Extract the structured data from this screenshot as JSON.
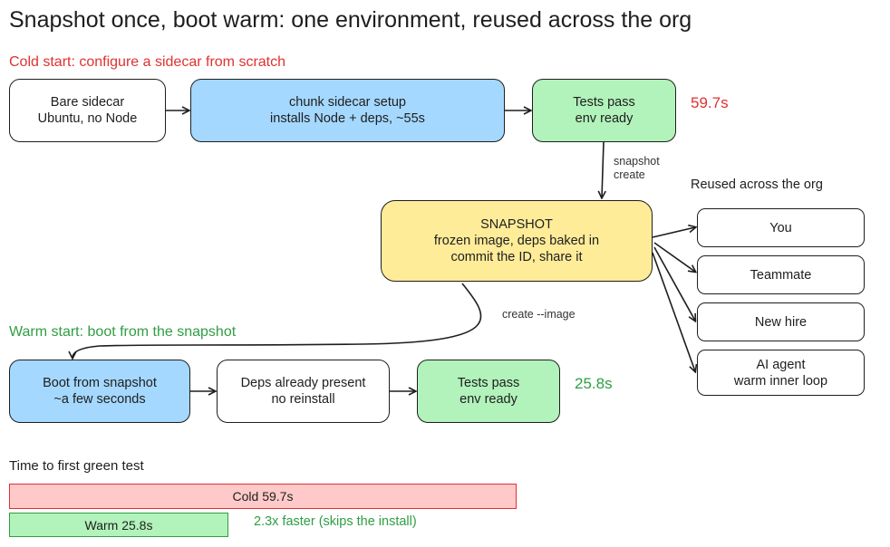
{
  "title": "Snapshot once, boot warm: one environment, reused across the org",
  "cold": {
    "label": "Cold start: configure a sidecar from scratch",
    "step1": {
      "line1": "Bare sidecar",
      "line2": "Ubuntu, no Node"
    },
    "step2": {
      "line1": "chunk sidecar setup",
      "line2": "installs Node + deps, ~55s"
    },
    "step3": {
      "line1": "Tests pass",
      "line2": "env ready"
    },
    "time": "59.7s"
  },
  "snapshot_create": {
    "line1": "snapshot",
    "line2": "create"
  },
  "snapshot": {
    "line1": "SNAPSHOT",
    "line2": "frozen image, deps baked in",
    "line3": "commit the ID, share it"
  },
  "create_image": "create --image",
  "reuse": {
    "label": "Reused across the org",
    "items": [
      {
        "line1": "You"
      },
      {
        "line1": "Teammate"
      },
      {
        "line1": "New hire"
      },
      {
        "line1": "AI agent",
        "line2": "warm inner loop"
      }
    ]
  },
  "warm": {
    "label": "Warm start: boot from the snapshot",
    "step1": {
      "line1": "Boot from snapshot",
      "line2": "~a few seconds"
    },
    "step2": {
      "line1": "Deps already present",
      "line2": "no reinstall"
    },
    "step3": {
      "line1": "Tests pass",
      "line2": "env ready"
    },
    "time": "25.8s"
  },
  "timing": {
    "label": "Time to first green test",
    "cold_bar": "Cold  59.7s",
    "warm_bar": "Warm  25.8s",
    "cold_seconds": 59.7,
    "warm_seconds": 25.8,
    "note": "2.3x faster (skips the install)"
  },
  "colors": {
    "blue": "#a5d8ff",
    "green": "#b2f2bb",
    "yellow": "#ffec99",
    "red_text": "#e03131",
    "green_text": "#2f9e44",
    "cold_bar": "#ffc9c9"
  }
}
